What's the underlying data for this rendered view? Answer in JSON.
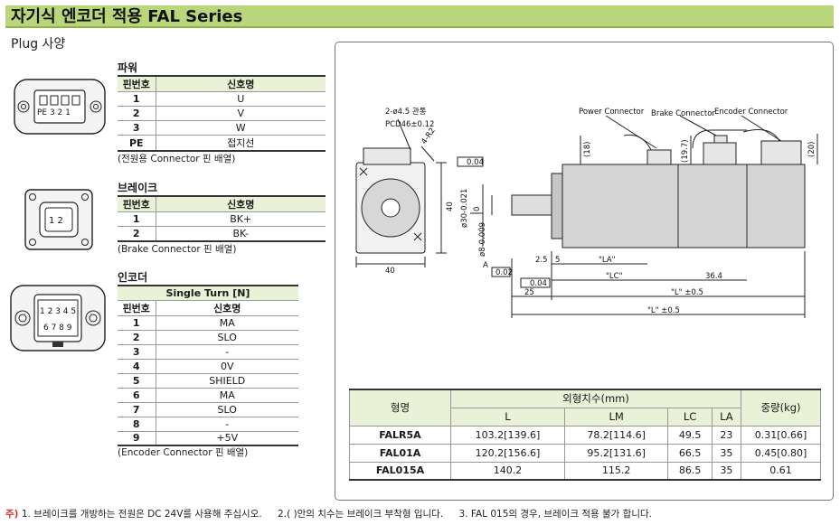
{
  "title": "자기식 엔코더 적용 FAL Series",
  "subtitle": "Plug 사양",
  "power": {
    "label": "파워",
    "header": [
      "핀번호",
      "신호명"
    ],
    "rows": [
      [
        "1",
        "U"
      ],
      [
        "2",
        "V"
      ],
      [
        "3",
        "W"
      ],
      [
        "PE",
        "접지선"
      ]
    ],
    "note": "(전원용 Connector 핀 배열)",
    "connector_pins": "PE 3 2 1"
  },
  "brake": {
    "label": "브레이크",
    "header": [
      "핀번호",
      "신호명"
    ],
    "rows": [
      [
        "1",
        "BK+"
      ],
      [
        "2",
        "BK-"
      ]
    ],
    "note": "(Brake Connector 핀 배열)",
    "connector_pins": "1  2"
  },
  "encoder": {
    "label": "인코더",
    "group_header": "Single Turn [N]",
    "header": [
      "핀번호",
      "신호명"
    ],
    "rows": [
      [
        "1",
        "MA"
      ],
      [
        "2",
        "SLO"
      ],
      [
        "3",
        "-"
      ],
      [
        "4",
        "0V"
      ],
      [
        "5",
        "SHIELD"
      ],
      [
        "6",
        "MA"
      ],
      [
        "7",
        "SLO"
      ],
      [
        "8",
        "-"
      ],
      [
        "9",
        "+5V"
      ]
    ],
    "note": "(Encoder Connector 핀 배열)",
    "connector_top": "1 2 3 4 5",
    "connector_bottom": "6 7 8 9"
  },
  "drawing": {
    "hole_label": "2-ø4.5 관통",
    "pcd_label": "PCD46±0.12",
    "r_label": "4-R2",
    "power_connector": "Power Connector",
    "brake_connector": "Brake Connector",
    "encoder_connector": "Encoder Connector",
    "dim_18": "(18)",
    "dim_197": "(19.7)",
    "dim_20": "(20)",
    "dim_40_side": "40",
    "dim_40_bottom": "40",
    "dim_pilot": "ø30-0.021",
    "dim_shaft": "ø8-0.009",
    "dim_zero": "0",
    "tol_flat": "0.04",
    "tol_perp": "0.04",
    "tol_run": "0.02",
    "datum": "A",
    "dim_25a": "2.5",
    "dim_5": "5",
    "dim_la": "\"LA\"",
    "dim_lc": "\"LC\"",
    "dim_364": "36.4",
    "dim_25": "25",
    "dim_l1": "\"L\" ±0.5",
    "dim_l2": "\"L\" ±0.5"
  },
  "dimensions": {
    "col_model": "형명",
    "col_outer": "외형치수(mm)",
    "col_weight": "중량(kg)",
    "sub": [
      "L",
      "LM",
      "LC",
      "LA"
    ],
    "rows": [
      {
        "model": "FALR5A",
        "L": "103.2[139.6]",
        "LM": "78.2[114.6]",
        "LC": "49.5",
        "LA": "23",
        "W": "0.31[0.66]"
      },
      {
        "model": "FAL01A",
        "L": "120.2[156.6]",
        "LM": "95.2[131.6]",
        "LC": "66.5",
        "LA": "35",
        "W": "0.45[0.80]"
      },
      {
        "model": "FAL015A",
        "L": "140.2",
        "LM": "115.2",
        "LC": "86.5",
        "LA": "35",
        "W": "0.61"
      }
    ]
  },
  "footnote": {
    "mark": "주)",
    "n1": "1. 브레이크를 개방하는 전원은 DC 24V를 사용해 주십시오.",
    "n2": "2.( )안의 치수는 브레이크 부착형 입니다.",
    "n3": "3. FAL 015의 경우, 브레이크 적용 불가 합니다."
  }
}
